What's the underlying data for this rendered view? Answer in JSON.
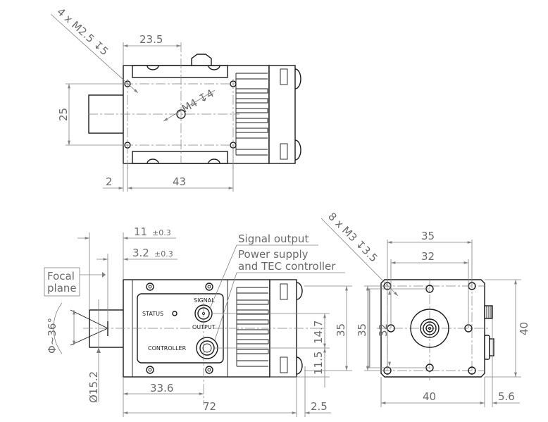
{
  "top_view": {
    "thread_callout": "4 x M2.5 ↧5",
    "center_thread": "M4 ↧4",
    "dim_23_5": "23.5",
    "dim_25": "25",
    "dim_2": "2",
    "dim_43": "43"
  },
  "front_view": {
    "dim_11": "11",
    "dim_11_tol": "±0.3",
    "dim_3_2": "3.2",
    "dim_3_2_tol": "±0.3",
    "focal_plane_line1": "Focal",
    "focal_plane_line2": "plane",
    "angle": "Φ~36°",
    "diameter": "Ø15.2",
    "dim_33_6": "33.6",
    "dim_72": "72",
    "dim_2_5": "2.5",
    "dim_14_7": "14.7",
    "dim_11_5": "11.5",
    "dim_35": "35",
    "signal_output": "Signal output",
    "power_line1": "Power supply",
    "power_line2": "and TEC controller",
    "label_status": "STATUS",
    "label_signal": "SIGNAL",
    "label_output": "OUTPUT",
    "label_controller": "CONTROLLER"
  },
  "side_view": {
    "thread_callout": "8 x M3 ↧3.5",
    "dim_35_top": "35",
    "dim_32_top": "32",
    "dim_35_left": "35",
    "dim_32_left": "32",
    "dim_40_right": "40",
    "dim_40_bottom": "40",
    "dim_5_6": "5.6"
  }
}
